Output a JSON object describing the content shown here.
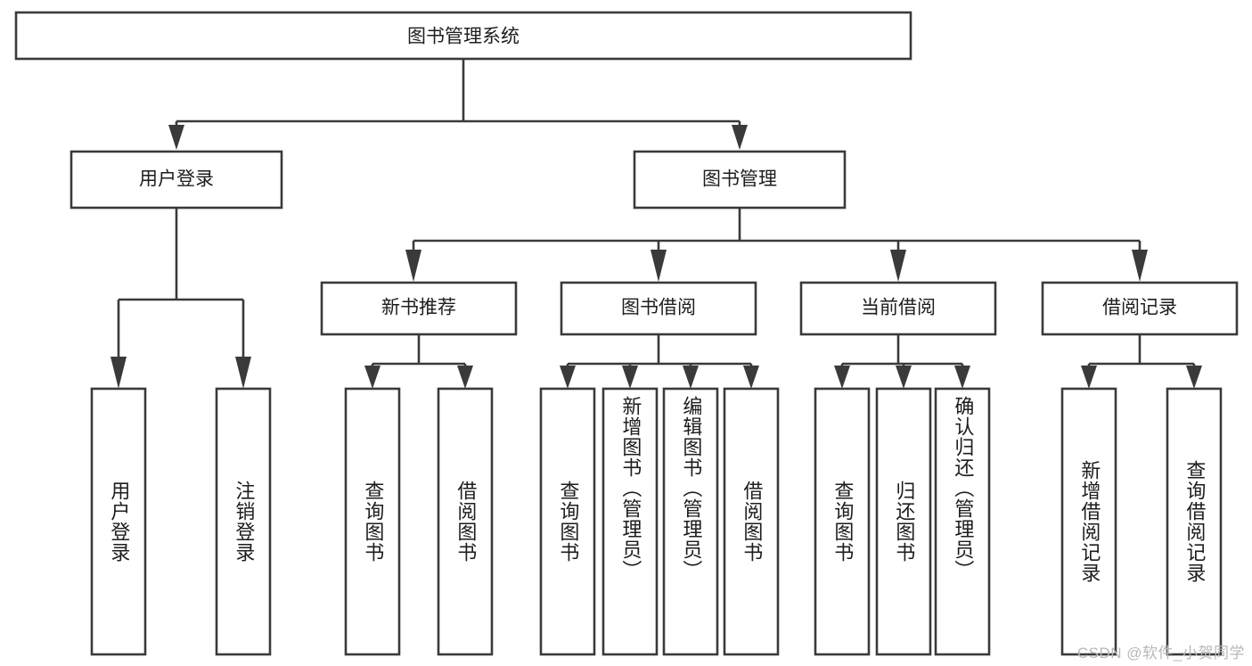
{
  "diagram": {
    "type": "tree-hierarchy",
    "title": "图书管理系统",
    "watermark": "CSDN @软件_小贺同学",
    "colors": {
      "stroke": "#3a3a3a",
      "fill": "#ffffff",
      "text": "#1d1d1d",
      "watermark": "#b8b8b8",
      "background": "#ffffff"
    },
    "root": {
      "label": "图书管理系统"
    },
    "level2": [
      {
        "label": "用户登录"
      },
      {
        "label": "图书管理"
      }
    ],
    "level3": [
      {
        "label": "新书推荐"
      },
      {
        "label": "图书借阅"
      },
      {
        "label": "当前借阅"
      },
      {
        "label": "借阅记录"
      }
    ],
    "leaves": {
      "user_login": [
        {
          "label": "用户登录"
        },
        {
          "label": "注销登录"
        }
      ],
      "new_book_recommend": [
        {
          "label": "查询图书"
        },
        {
          "label": "借阅图书"
        }
      ],
      "book_borrow": [
        {
          "label": "查询图书"
        },
        {
          "label": "新增图书（管理员）"
        },
        {
          "label": "编辑图书（管理员）"
        },
        {
          "label": "借阅图书"
        }
      ],
      "current_borrow": [
        {
          "label": "查询图书"
        },
        {
          "label": "归还图书"
        },
        {
          "label": "确认归还（管理员）"
        }
      ],
      "borrow_records": [
        {
          "label": "新增借阅记录"
        },
        {
          "label": "查询借阅记录"
        }
      ]
    }
  }
}
